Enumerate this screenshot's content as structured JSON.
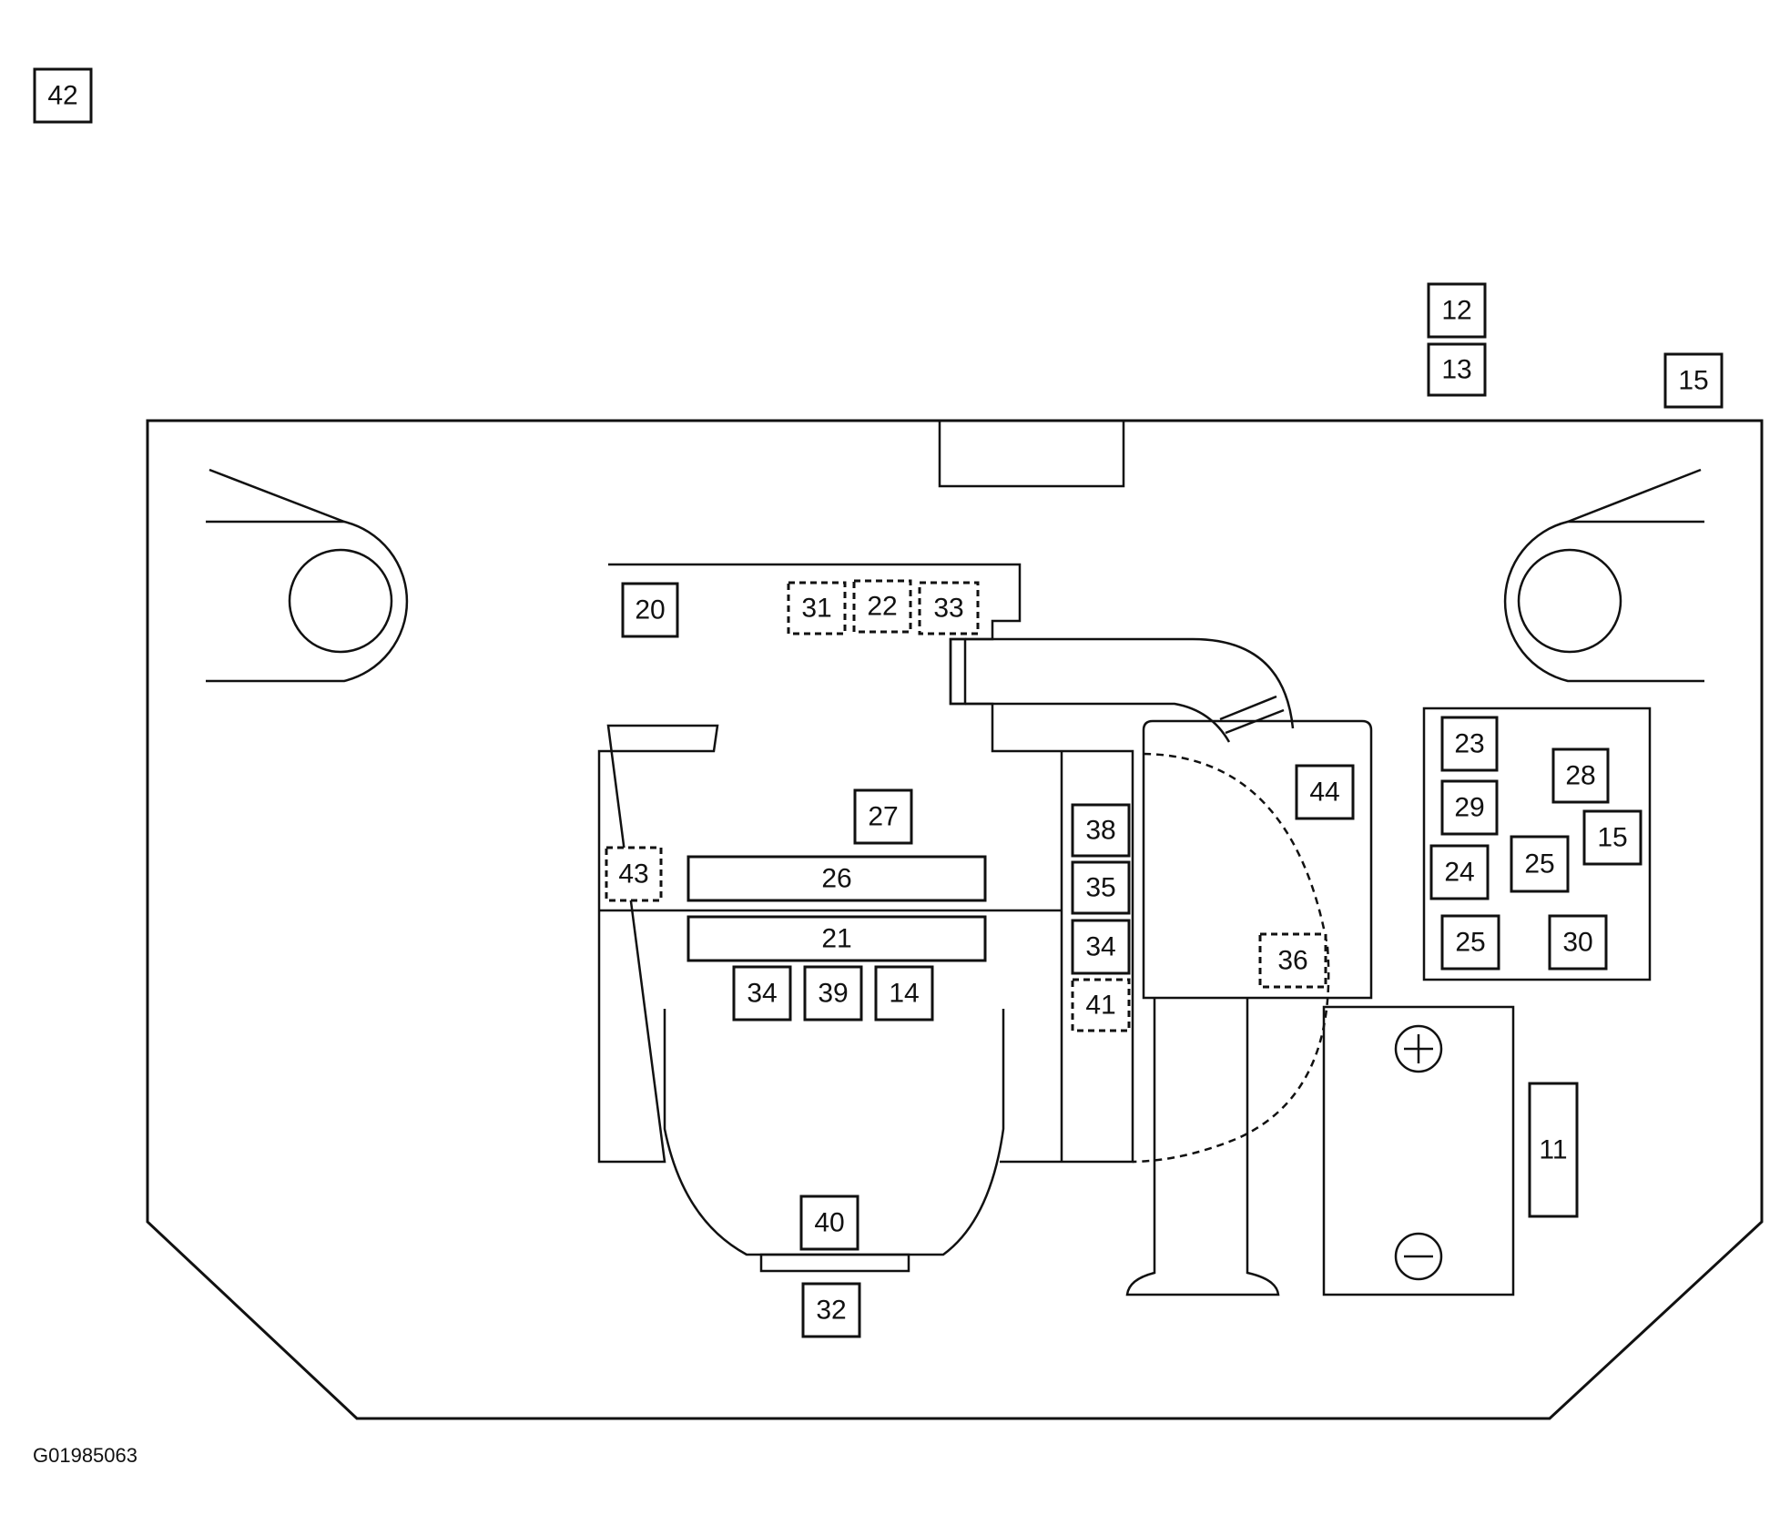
{
  "diagram": {
    "figure_code": "G01985063",
    "callouts": [
      {
        "id": "callout-42",
        "label": "42",
        "style": "solid"
      },
      {
        "id": "callout-12",
        "label": "12",
        "style": "solid"
      },
      {
        "id": "callout-13",
        "label": "13",
        "style": "solid"
      },
      {
        "id": "callout-15-top",
        "label": "15",
        "style": "solid"
      },
      {
        "id": "callout-20",
        "label": "20",
        "style": "solid"
      },
      {
        "id": "callout-31",
        "label": "31",
        "style": "dashed"
      },
      {
        "id": "callout-22",
        "label": "22",
        "style": "dashed"
      },
      {
        "id": "callout-33",
        "label": "33",
        "style": "dashed"
      },
      {
        "id": "callout-27",
        "label": "27",
        "style": "solid"
      },
      {
        "id": "callout-43",
        "label": "43",
        "style": "dashed"
      },
      {
        "id": "callout-26",
        "label": "26",
        "style": "solid"
      },
      {
        "id": "callout-21",
        "label": "21",
        "style": "solid"
      },
      {
        "id": "callout-34-left",
        "label": "34",
        "style": "solid"
      },
      {
        "id": "callout-39",
        "label": "39",
        "style": "solid"
      },
      {
        "id": "callout-14",
        "label": "14",
        "style": "solid"
      },
      {
        "id": "callout-40",
        "label": "40",
        "style": "solid"
      },
      {
        "id": "callout-32",
        "label": "32",
        "style": "solid"
      },
      {
        "id": "callout-38",
        "label": "38",
        "style": "solid"
      },
      {
        "id": "callout-35",
        "label": "35",
        "style": "solid"
      },
      {
        "id": "callout-34-right",
        "label": "34",
        "style": "solid"
      },
      {
        "id": "callout-41",
        "label": "41",
        "style": "dashed"
      },
      {
        "id": "callout-44",
        "label": "44",
        "style": "solid"
      },
      {
        "id": "callout-36",
        "label": "36",
        "style": "dashed"
      },
      {
        "id": "callout-23",
        "label": "23",
        "style": "solid"
      },
      {
        "id": "callout-28",
        "label": "28",
        "style": "solid"
      },
      {
        "id": "callout-29",
        "label": "29",
        "style": "solid"
      },
      {
        "id": "callout-15-fusebox",
        "label": "15",
        "style": "solid"
      },
      {
        "id": "callout-24",
        "label": "24",
        "style": "solid"
      },
      {
        "id": "callout-25-upper",
        "label": "25",
        "style": "solid"
      },
      {
        "id": "callout-25-lower",
        "label": "25",
        "style": "solid"
      },
      {
        "id": "callout-30",
        "label": "30",
        "style": "solid"
      },
      {
        "id": "callout-11",
        "label": "11",
        "style": "solid"
      }
    ]
  }
}
